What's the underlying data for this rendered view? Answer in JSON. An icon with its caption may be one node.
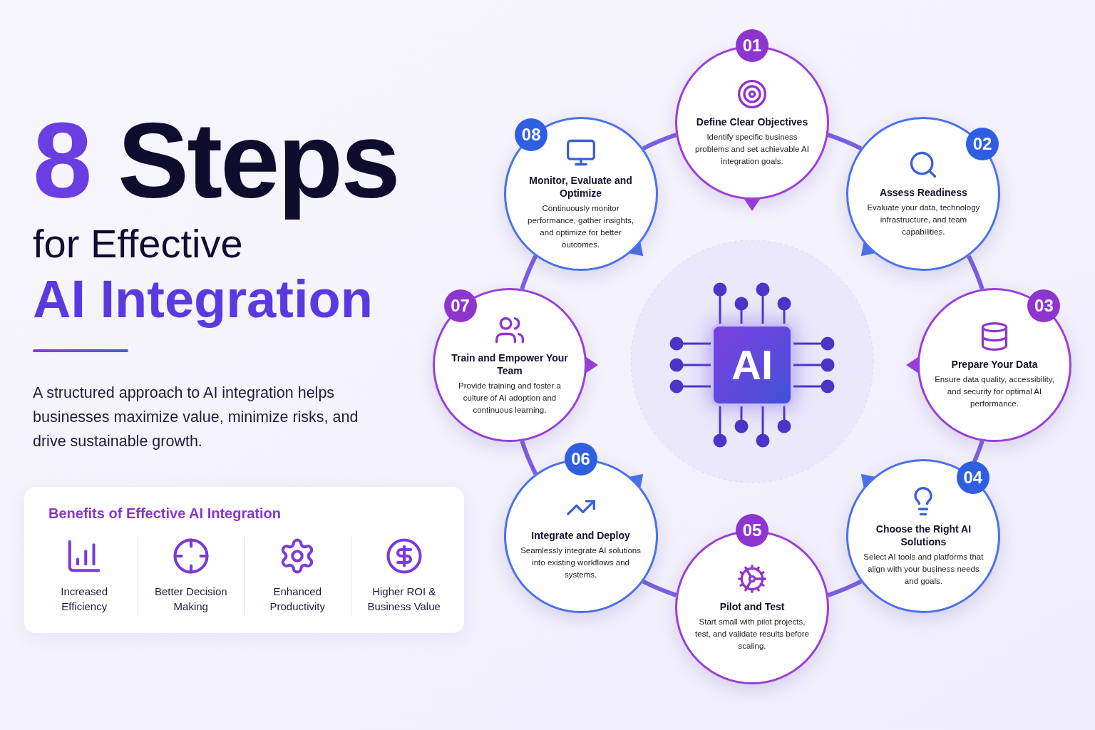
{
  "diagram": {
    "title": "8 Steps",
    "nodes": [
      {
        "text": [
          "AI"
        ]
      },
      {
        "text": [
          "01",
          "Define Clear Objectives",
          "Identify specific business problems and set achievable AI integration goals."
        ]
      },
      {
        "text": [
          "02",
          "Assess Readiness",
          "Evaluate your data, technology infrastructure, and team capabilities."
        ]
      },
      {
        "text": [
          "03",
          "Prepare Your Data",
          "Ensure data quality, accessibility, and security for optimal AI performance."
        ]
      },
      {
        "text": [
          "04",
          "Choose the Right AI Solutions",
          "Select AI tools and platforms that align with your business needs and goals."
        ]
      },
      {
        "text": [
          "05",
          "Pilot and Test",
          "Start small with pilot projects, test, and validate results before scaling."
        ]
      },
      {
        "text": [
          "06",
          "Integrate and Deploy",
          "Seamlessly integrate AI solutions into existing workflows and systems."
        ]
      },
      {
        "text": [
          "07",
          "Train and Empower Your Team",
          "Provide training and foster a culture of AI adoption and continuous learning."
        ]
      },
      {
        "text": [
          "08",
          "Monitor, Evaluate and Optimize",
          "Continuously monitor performance, gather insights, and optimize for better outcomes."
        ]
      },
      {
        "text": [
          "Benefits of Effective AI Integration"
        ]
      },
      {
        "text": [
          "Increased Efficiency"
        ],
        "in": 9
      },
      {
        "text": [
          "Better Decision Making"
        ],
        "in": 9
      },
      {
        "text": [
          "Enhanced Productivity"
        ],
        "in": 9
      },
      {
        "text": [
          "Higher ROI & Business Value"
        ],
        "in": 9
      }
    ],
    "edges": [
      {
        "from": 1,
        "to": 2,
        "arrow": "none"
      },
      {
        "from": 2,
        "to": 3,
        "arrow": "none"
      },
      {
        "from": 3,
        "to": 4,
        "arrow": "none"
      },
      {
        "from": 4,
        "to": 5,
        "arrow": "none"
      },
      {
        "from": 5,
        "to": 6,
        "arrow": "none"
      },
      {
        "from": 6,
        "to": 7,
        "arrow": "none"
      },
      {
        "from": 7,
        "to": 8,
        "arrow": "none"
      },
      {
        "from": 8,
        "to": 1,
        "arrow": "none"
      }
    ],
    "labels": [
      "for Effective",
      "AI Integration",
      "A structured approach to AI integration helps businesses maximize value, minimize risks, and drive sustainable growth."
    ]
  }
}
